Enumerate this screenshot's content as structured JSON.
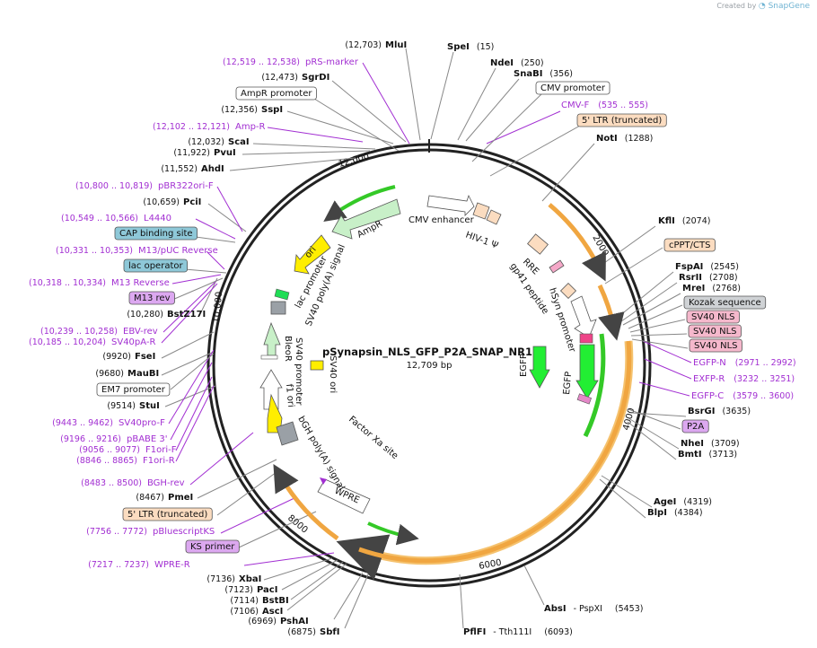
{
  "credit": {
    "prefix": "Created by",
    "brand": "SnapGene"
  },
  "plasmid": {
    "name": "pSynapsin_NLS_GFP_P2A_SNAP_NR1",
    "size": "12,709 bp"
  },
  "ticks": [
    "2000",
    "4000",
    "6000",
    "8000",
    "10,000",
    "12,000"
  ],
  "colors": {
    "primer": "#a22fd2",
    "orange": "#f0a641",
    "green": "#34c927",
    "enzyme_line": "#888888"
  },
  "sites_right": [
    {
      "name": "SpeI",
      "pos": "(15)"
    },
    {
      "name": "NdeI",
      "pos": "(250)"
    },
    {
      "name": "SnaBI",
      "pos": "(356)"
    },
    {
      "name": "NotI",
      "pos": "(1288)"
    },
    {
      "name": "KflI",
      "pos": "(2074)"
    },
    {
      "name": "FspAI",
      "pos": "(2545)"
    },
    {
      "name": "RsrII",
      "pos": "(2708)"
    },
    {
      "name": "MreI",
      "pos": "(2768)"
    },
    {
      "name": "BsrGI",
      "pos": "(3635)"
    },
    {
      "name": "NheI",
      "pos": "(3709)"
    },
    {
      "name": "BmtI",
      "pos": "(3713)"
    },
    {
      "name": "AgeI",
      "pos": "(4319)"
    },
    {
      "name": "BlpI",
      "pos": "(4384)"
    },
    {
      "name": "AbsI",
      "pos": "- PspXI",
      "pos2": "(5453)"
    },
    {
      "name": "PflFI",
      "pos": "- Tth111I",
      "pos2": "(6093)"
    }
  ],
  "sites_left": [
    {
      "name": "MluI",
      "pos": "(12,703)"
    },
    {
      "name": "SgrDI",
      "pos": "(12,473)"
    },
    {
      "name": "SspI",
      "pos": "(12,356)"
    },
    {
      "name": "ScaI",
      "pos": "(12,032)"
    },
    {
      "name": "PvuI",
      "pos": "(11,922)"
    },
    {
      "name": "AhdI",
      "pos": "(11,552)"
    },
    {
      "name": "PciI",
      "pos": "(10,659)"
    },
    {
      "name": "BstZ17I",
      "pos": "(10,280)"
    },
    {
      "name": "FseI",
      "pos": "(9920)"
    },
    {
      "name": "MauBI",
      "pos": "(9680)"
    },
    {
      "name": "StuI",
      "pos": "(9514)"
    },
    {
      "name": "PmeI",
      "pos": "(8467)"
    },
    {
      "name": "XbaI",
      "pos": "(7136)"
    },
    {
      "name": "PacI",
      "pos": "(7123)"
    },
    {
      "name": "BstBI",
      "pos": "(7114)"
    },
    {
      "name": "AscI",
      "pos": "(7106)"
    },
    {
      "name": "PshAI",
      "pos": "(6969)"
    },
    {
      "name": "SbfI",
      "pos": "(6875)"
    }
  ],
  "primers": [
    {
      "name": "pRS-marker",
      "range": "(12,519 .. 12,538)"
    },
    {
      "name": "Amp-R",
      "range": "(12,102 .. 12,121)"
    },
    {
      "name": "pBR322ori-F",
      "range": "(10,800 .. 10,819)"
    },
    {
      "name": "L4440",
      "range": "(10,549 .. 10,566)"
    },
    {
      "name": "M13/pUC Reverse",
      "range": "(10,331 .. 10,353)"
    },
    {
      "name": "M13 Reverse",
      "range": "(10,318 .. 10,334)"
    },
    {
      "name": "EBV-rev",
      "range": "(10,239 .. 10,258)"
    },
    {
      "name": "SV40pA-R",
      "range": "(10,185 .. 10,204)"
    },
    {
      "name": "SV40pro-F",
      "range": "(9443 .. 9462)"
    },
    {
      "name": "pBABE 3'",
      "range": "(9196 .. 9216)"
    },
    {
      "name": "F1ori-F",
      "range": "(9056 .. 9077)"
    },
    {
      "name": "F1ori-R",
      "range": "(8846 .. 8865)"
    },
    {
      "name": "BGH-rev",
      "range": "(8483 .. 8500)"
    },
    {
      "name": "pBluescriptKS",
      "range": "(7756 .. 7772)"
    },
    {
      "name": "WPRE-R",
      "range": "(7217 .. 7237)"
    },
    {
      "name": "CMV-F",
      "range": "(535 .. 555)"
    },
    {
      "name": "EGFP-N",
      "range": "(2971 .. 2992)"
    },
    {
      "name": "EXFP-R",
      "range": "(3232 .. 3251)"
    },
    {
      "name": "EGFP-C",
      "range": "(3579 .. 3600)"
    }
  ],
  "boxed": [
    {
      "name": "AmpR promoter"
    },
    {
      "name": "CAP binding site"
    },
    {
      "name": "lac operator"
    },
    {
      "name": "M13 rev"
    },
    {
      "name": "EM7 promoter"
    },
    {
      "name": "5' LTR (truncated)"
    },
    {
      "name": "KS primer"
    },
    {
      "name": "CMV promoter"
    },
    {
      "name": "5' LTR (truncated)"
    },
    {
      "name": "cPPT/CTS"
    },
    {
      "name": "Kozak sequence"
    },
    {
      "name": "SV40 NLS"
    },
    {
      "name": "SV40 NLS"
    },
    {
      "name": "SV40 NLS"
    },
    {
      "name": "P2A"
    }
  ],
  "inner_features": [
    "CMV enhancer",
    "HIV-1 Ψ",
    "RRE",
    "gp41 peptide",
    "hSyn promoter",
    "EGFP",
    "EGFP",
    "AmpR",
    "ori",
    "lac promoter",
    "SV40 poly(A) signal",
    "BleoR",
    "SV40 promoter",
    "SV40 ori",
    "f1 ori",
    "bGH poly(A) signal",
    "Factor Xa site",
    "WPRE"
  ]
}
